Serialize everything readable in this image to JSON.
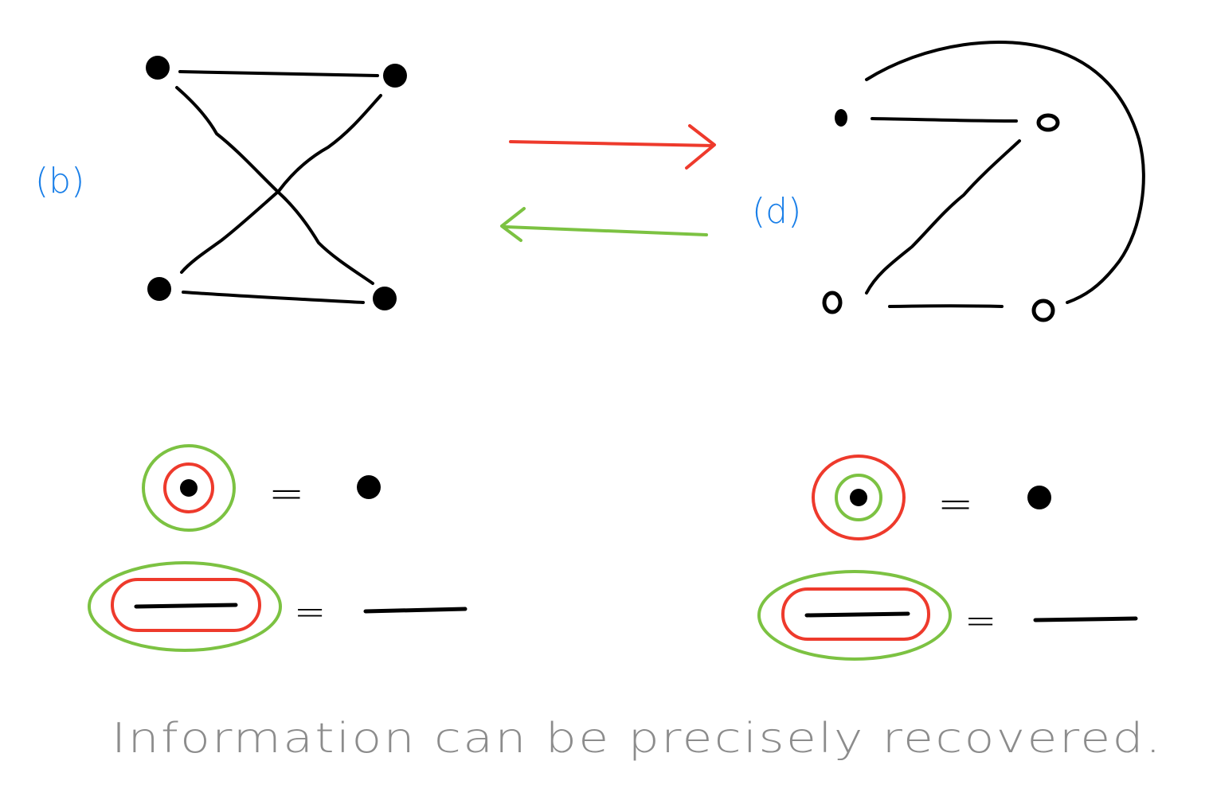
{
  "labels": {
    "left_graph": "(b)",
    "right_graph": "(d)"
  },
  "equations": {
    "equals_sign": "="
  },
  "caption": "Information can be precisely recovered.",
  "colors": {
    "ink": "#000000",
    "label": "#1a7fe8",
    "forward_arrow": "#ee3a2c",
    "backward_arrow": "#7cc242",
    "caption": "#8c8c8c",
    "red_ring": "#ee3a2c",
    "green_ring": "#7cc242"
  }
}
